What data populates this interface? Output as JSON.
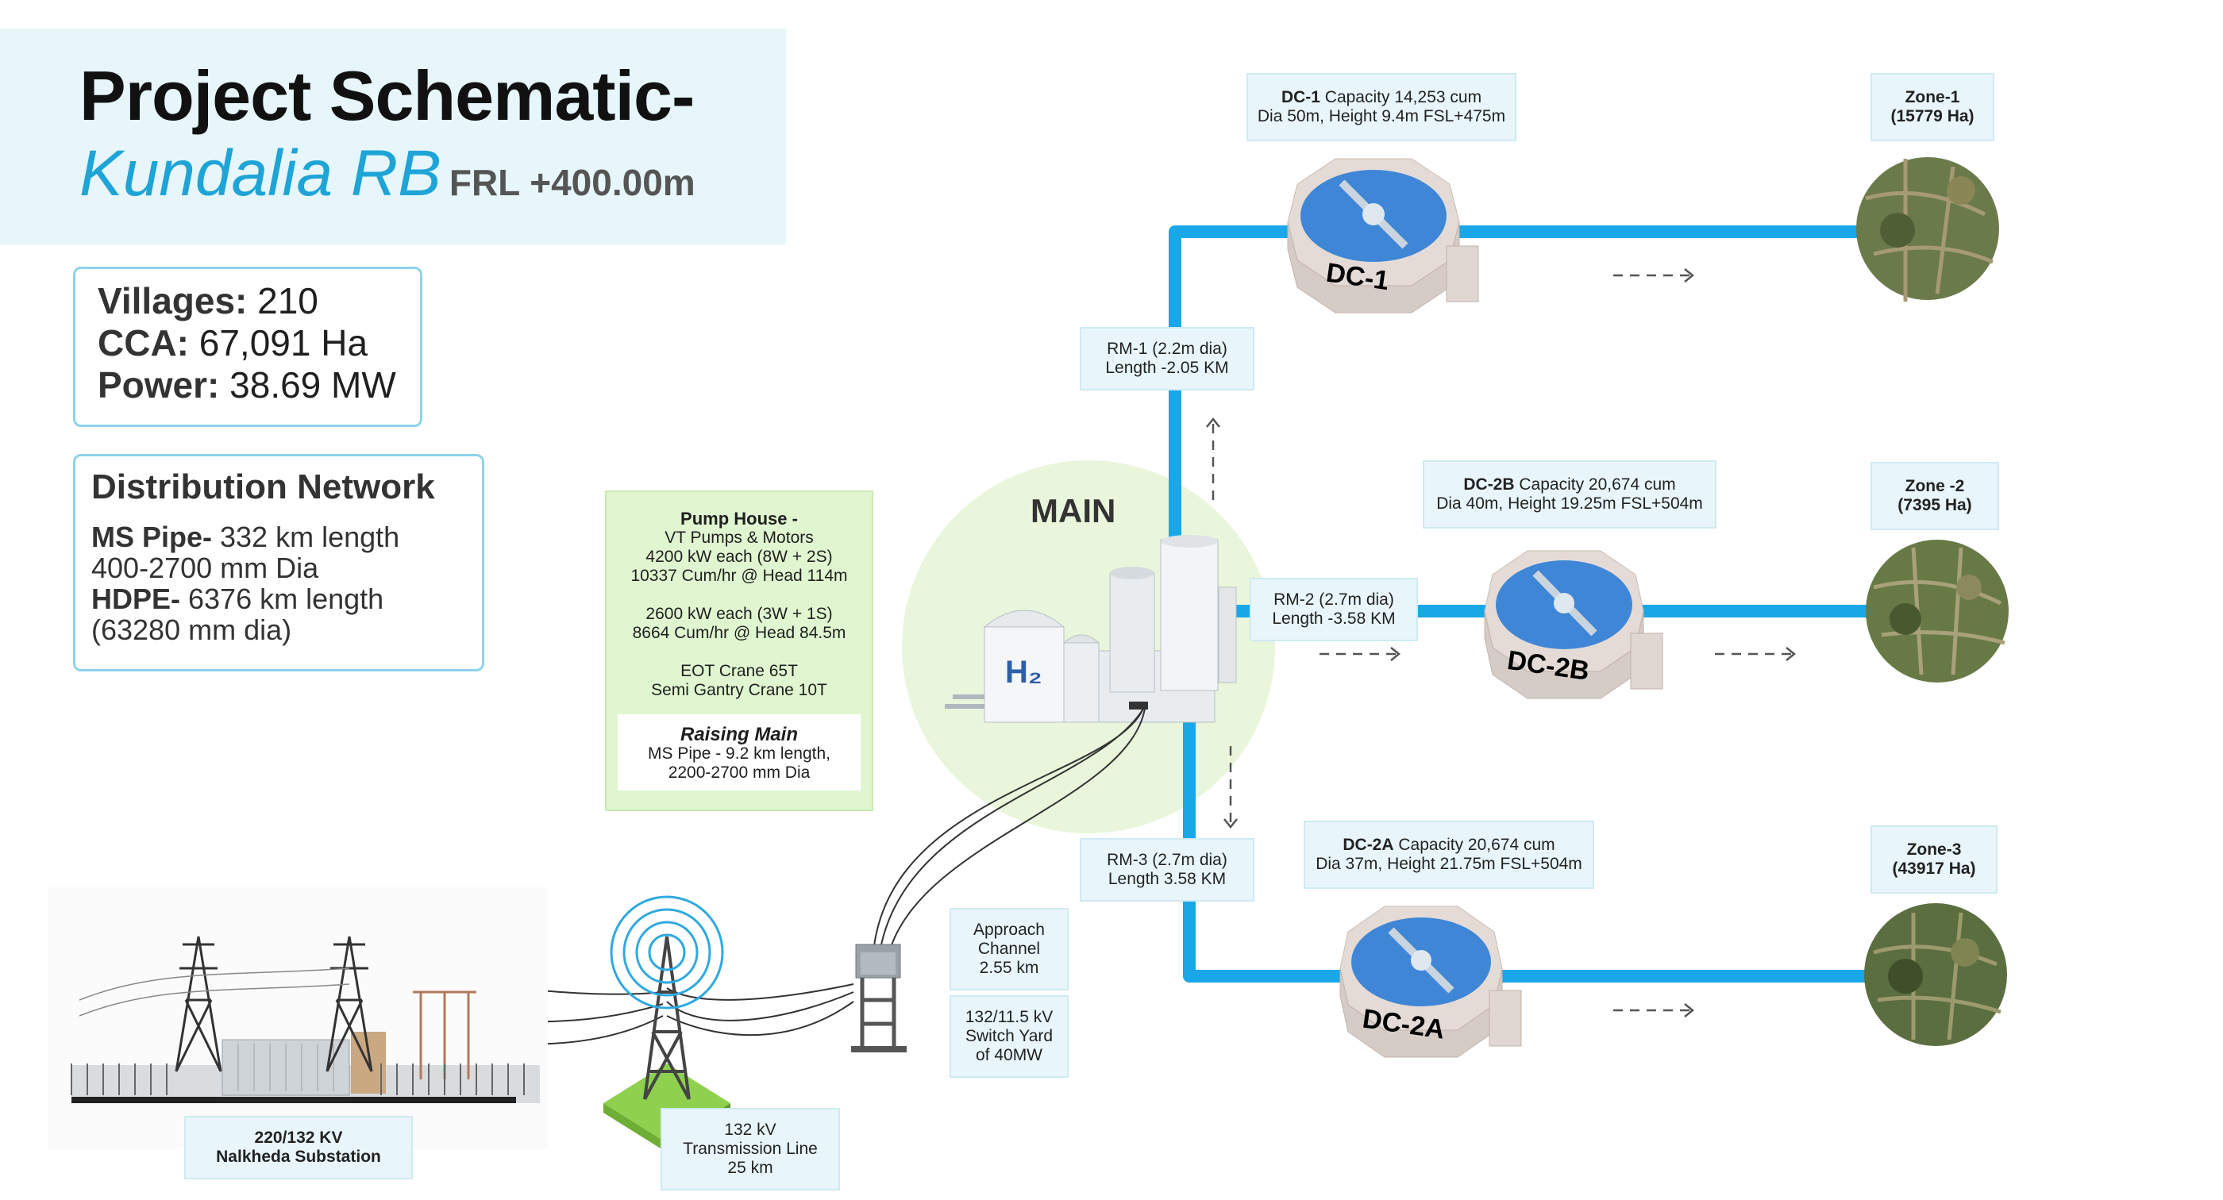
{
  "title": {
    "line1": "Project Schematic-",
    "line2": "Kundalia RB",
    "frl": "FRL +400.00m"
  },
  "stats": [
    {
      "label": "Villages:",
      "value": " 210"
    },
    {
      "label": "CCA:",
      "value": " 67,091 Ha"
    },
    {
      "label": "Power:",
      "value": " 38.69 MW"
    }
  ],
  "network": {
    "title": "Distribution Network",
    "line1_bold": "MS Pipe-",
    "line1": " 332 km length",
    "line2": "400-2700 mm Dia",
    "line3_bold": "HDPE-",
    "line3": " 6376 km length",
    "line4": "(63280 mm dia)"
  },
  "pump_house": {
    "title": "Pump House -",
    "l1": "VT Pumps & Motors",
    "l2": "4200 kW each (8W + 2S)",
    "l3": "10337 Cum/hr @ Head 114m",
    "l4": "2600 kW each (3W + 1S)",
    "l5": "8664 Cum/hr @ Head 84.5m",
    "l6": "EOT Crane 65T",
    "l7": "Semi Gantry Crane 10T",
    "raising_title": "Raising Main",
    "raising_l1": "MS Pipe - 9.2 km length,",
    "raising_l2": "2200-2700 mm Dia"
  },
  "main": {
    "label": "MAIN",
    "tank_label": "H₂"
  },
  "rising_mains": [
    {
      "l1": "RM-1 (2.2m dia)",
      "l2": "Length -2.05 KM"
    },
    {
      "l1": "RM-2 (2.7m dia)",
      "l2": "Length -3.58 KM"
    },
    {
      "l1": "RM-3 (2.7m dia)",
      "l2": "Length 3.58 KM"
    }
  ],
  "dcs": [
    {
      "name": "DC-1",
      "cap_bold": "DC-1",
      "cap": " Capacity 14,253 cum",
      "dims": "Dia 50m, Height 9.4m FSL+475m"
    },
    {
      "name": "DC-2B",
      "cap_bold": "DC-2B",
      "cap": " Capacity 20,674 cum",
      "dims": "Dia 40m, Height 19.25m FSL+504m"
    },
    {
      "name": "DC-2A",
      "cap_bold": "DC-2A",
      "cap": " Capacity 20,674 cum",
      "dims": "Dia 37m, Height 21.75m FSL+504m"
    }
  ],
  "zones": [
    {
      "l1": "Zone-1",
      "l2": "(15779 Ha)"
    },
    {
      "l1": "Zone -2",
      "l2": "(7395 Ha)"
    },
    {
      "l1": "Zone-3",
      "l2": "(43917 Ha)"
    }
  ],
  "approach": {
    "l1": "Approach",
    "l2": "Channel",
    "l3": "2.55 km"
  },
  "switchyard": {
    "l1": "132/11.5 kV",
    "l2": "Switch Yard",
    "l3": "of 40MW"
  },
  "substation": {
    "l1": "220/132 KV",
    "l2": "Nalkheda Substation"
  },
  "transmission": {
    "l1": "132 kV",
    "l2": "Transmission Line",
    "l3": "25 km"
  },
  "colors": {
    "pipe": "#1aa7e8",
    "tank_water": "#3f86d6",
    "tank_wall": "#e4dbd6",
    "label_bg": "#e8f6fb",
    "pump_bg": "#e0f6d0",
    "main_bg": "#e9f6dc",
    "accent": "#1ea4d6"
  }
}
